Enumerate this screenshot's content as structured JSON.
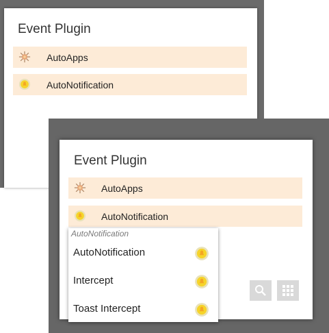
{
  "back_window": {
    "title": "Event Plugin",
    "items": [
      {
        "label": "AutoApps",
        "icon": "auto-apps-icon"
      },
      {
        "label": "AutoNotification",
        "icon": "auto-notification-icon"
      }
    ]
  },
  "front_window": {
    "title": "Event Plugin",
    "items": [
      {
        "label": "AutoApps",
        "icon": "auto-apps-icon"
      },
      {
        "label": "AutoNotification",
        "icon": "auto-notification-icon"
      }
    ],
    "toolbar": {
      "search_icon": "search-icon",
      "grid_icon": "grid-icon"
    }
  },
  "dropdown": {
    "header": "AutoNotification",
    "items": [
      {
        "label": "AutoNotification",
        "icon": "auto-notification-icon"
      },
      {
        "label": "Intercept",
        "icon": "auto-notification-icon"
      },
      {
        "label": "Toast Intercept",
        "icon": "auto-notification-icon"
      }
    ]
  },
  "colors": {
    "item_background": "#fdebd7",
    "overlay": "#666666",
    "icon_yellow": "#f6d42a"
  }
}
